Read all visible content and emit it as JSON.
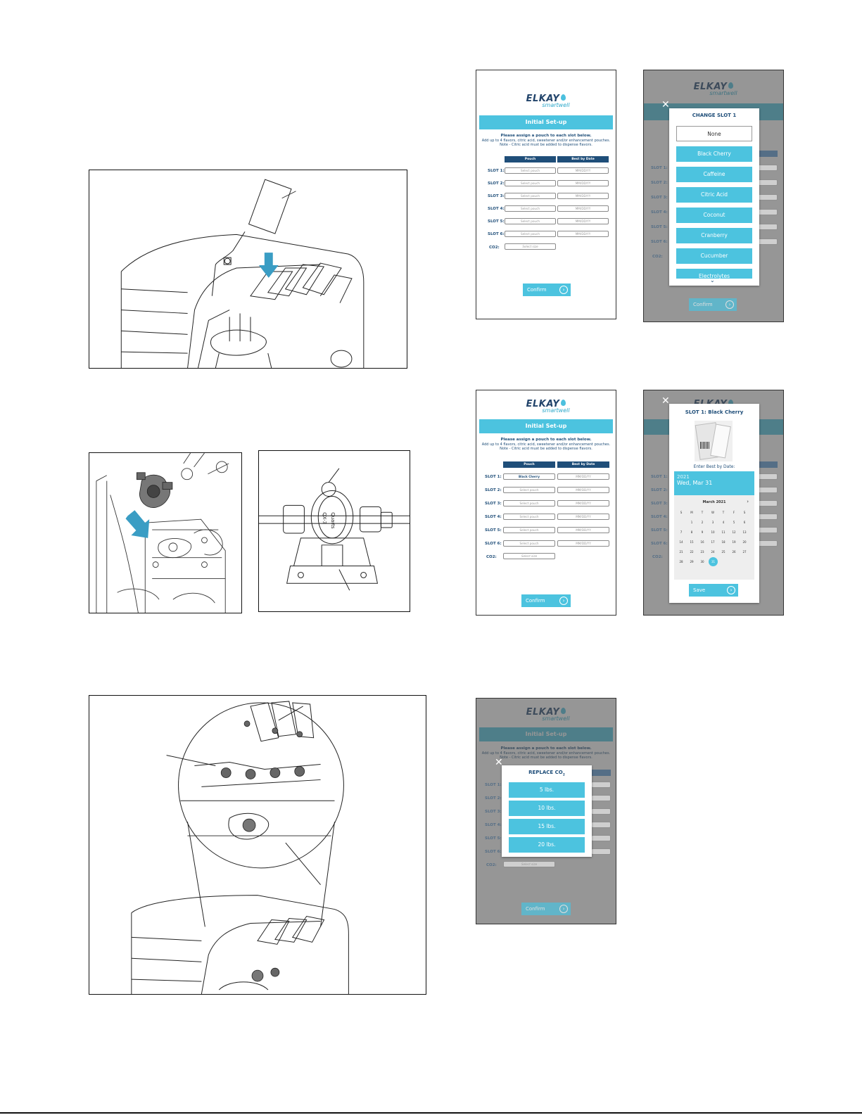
{
  "screen_text": {
    "brand": "ELKAY",
    "sub_brand": "smartwell",
    "initial_setup": "Initial Set-up",
    "instructions_title": "Please assign a pouch to each slot below.",
    "instructions_line1": "Add up to 4 flavors, citric acid, sweetener and/or enhancement pouches.",
    "instructions_line2": "Note - Citric acid must be added to dispense flavors.",
    "col_pouch": "Pouch",
    "col_best_by": "Best by Date",
    "slots": [
      "SLOT 1:",
      "SLOT 2:",
      "SLOT 3:",
      "SLOT 4:",
      "SLOT 5:",
      "SLOT 6:"
    ],
    "co2_label": "CO2:",
    "select_pouch": "Select pouch",
    "date_placeholder": "MM/DD/YY",
    "select_size": "Select size",
    "confirm": "Confirm",
    "selected_slot1": "Black Cherry"
  },
  "change_slot_modal": {
    "title": "CHANGE SLOT 1",
    "options": [
      "None",
      "Black Cherry",
      "Caffeine",
      "Citric Acid",
      "Coconut",
      "Cranberry",
      "Cucumber",
      "Electrolytes"
    ]
  },
  "date_modal": {
    "title": "SLOT 1: Black Cherry",
    "prompt": "Enter Best by Date:",
    "year": "2021",
    "date": "Wed, Mar 31",
    "month": "March 2021",
    "weekdays": [
      "S",
      "M",
      "T",
      "W",
      "T",
      "F",
      "S"
    ],
    "days": [
      [
        "",
        "1",
        "2",
        "3",
        "4",
        "5",
        "6"
      ],
      [
        "7",
        "8",
        "9",
        "10",
        "11",
        "12",
        "13"
      ],
      [
        "14",
        "15",
        "16",
        "17",
        "18",
        "19",
        "20"
      ],
      [
        "21",
        "22",
        "23",
        "24",
        "25",
        "26",
        "27"
      ],
      [
        "28",
        "29",
        "30",
        "31",
        "",
        "",
        ""
      ]
    ],
    "selected_day": "31",
    "save": "Save"
  },
  "co2_modal": {
    "title": "REPLACE CO",
    "title_sub": "2",
    "options": [
      "5 lbs.",
      "10 lbs.",
      "15 lbs.",
      "20 lbs."
    ]
  },
  "fig_text": {
    "valve_label_upper": "Quarts",
    "valve_label_lower": "QX-3"
  },
  "colors": {
    "cyan": "#4cc3df",
    "navy": "#1f4e79",
    "arrow": "#3a9dc4"
  }
}
